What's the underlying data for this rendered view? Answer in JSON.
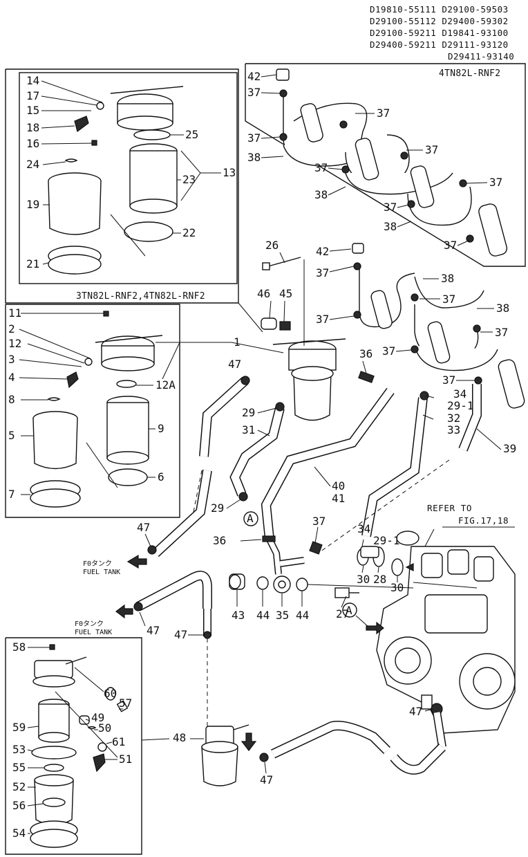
{
  "part_codes": [
    "D19810-55111 D29100-59503",
    "D29100-55112 D29400-59302",
    "D29100-59211 D19841-93100",
    "D29400-59211 D29111-93120",
    "D29411-93140"
  ],
  "model_labels": {
    "upper_right": "4TN82L-RNF2",
    "filter_box": "3TN82L-RNF2,4TN82L-RNF2"
  },
  "refer_note": {
    "line1": "REFER TO",
    "line2": "FIG.17,18"
  },
  "fuel_tank_labels": {
    "upper": {
      "jp": "F0タンク",
      "en": "FUEL TANK"
    },
    "lower": {
      "jp": "F0タンク",
      "en": "FUEL TANK"
    }
  },
  "callout_a": "A",
  "callout_a2": "A",
  "part_numbers": {
    "p14": "14",
    "p17": "17",
    "p15": "15",
    "p18": "18",
    "p16": "16",
    "p25": "25",
    "p24": "24",
    "p23": "23",
    "p13": "13",
    "p19": "19",
    "p22": "22",
    "p21": "21",
    "p11": "11",
    "p2": "2",
    "p12": "12",
    "p3": "3",
    "p4": "4",
    "p12a": "12A",
    "p8": "8",
    "p9": "9",
    "p5": "5",
    "p6": "6",
    "p7": "7",
    "p1": "1",
    "p26": "26",
    "p46": "46",
    "p45": "45",
    "p47a": "47",
    "p36a": "36",
    "p29a": "29",
    "p31": "31",
    "p29b": "29",
    "p40": "40",
    "p41": "41",
    "p34a": "34",
    "p29_1a": "29-1",
    "p32": "32",
    "p33": "33",
    "p39": "39",
    "p34b": "34",
    "p29_1b": "29-1",
    "p47b": "47",
    "p36b": "36",
    "p37x": "37",
    "p27": "27",
    "p30a": "30",
    "p28": "28",
    "p30b": "30",
    "p43": "43",
    "p44a": "44",
    "p35": "35",
    "p44b": "44",
    "p47c": "47",
    "p47d": "47",
    "p47e": "47",
    "p48": "48",
    "p47f": "47",
    "p58": "58",
    "p60": "60",
    "p57": "57",
    "p49": "49",
    "p50": "50",
    "p59": "59",
    "p61": "61",
    "p51": "51",
    "p53": "53",
    "p55": "55",
    "p52": "52",
    "p56": "56",
    "p54": "54",
    "u42": "42",
    "u37a": "37",
    "u37b": "37",
    "u37c": "37",
    "u38a": "38",
    "u37d": "37",
    "u37e": "37",
    "u38b": "38",
    "u37f": "37",
    "u37g": "37",
    "u38c": "38",
    "u37h": "37",
    "m42": "42",
    "m37a": "37",
    "m38a": "38",
    "m37b": "37",
    "m37c": "37",
    "m38b": "38",
    "m37d": "37",
    "m37e": "37",
    "m37f": "37"
  }
}
